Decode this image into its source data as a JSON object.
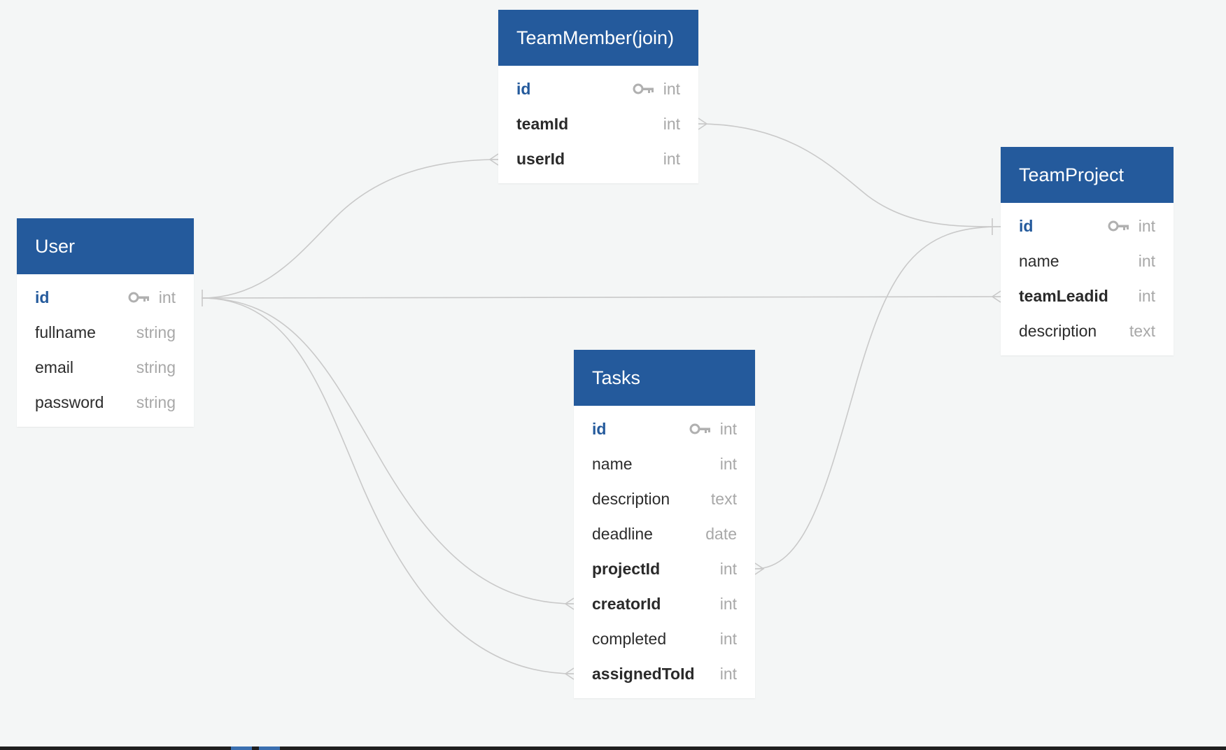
{
  "diagram": {
    "tables": [
      {
        "id": "teammember",
        "name": "TeamMember(join)",
        "fields": [
          {
            "name": "id",
            "type": "int",
            "pk": true,
            "fk": false
          },
          {
            "name": "teamId",
            "type": "int",
            "pk": false,
            "fk": true
          },
          {
            "name": "userId",
            "type": "int",
            "pk": false,
            "fk": true
          }
        ]
      },
      {
        "id": "user",
        "name": "User",
        "fields": [
          {
            "name": "id",
            "type": "int",
            "pk": true,
            "fk": false
          },
          {
            "name": "fullname",
            "type": "string",
            "pk": false,
            "fk": false
          },
          {
            "name": "email",
            "type": "string",
            "pk": false,
            "fk": false
          },
          {
            "name": "password",
            "type": "string",
            "pk": false,
            "fk": false
          }
        ]
      },
      {
        "id": "teamproject",
        "name": "TeamProject",
        "fields": [
          {
            "name": "id",
            "type": "int",
            "pk": true,
            "fk": false
          },
          {
            "name": "name",
            "type": "int",
            "pk": false,
            "fk": false
          },
          {
            "name": "teamLeadid",
            "type": "int",
            "pk": false,
            "fk": true
          },
          {
            "name": "description",
            "type": "text",
            "pk": false,
            "fk": false
          }
        ]
      },
      {
        "id": "tasks",
        "name": "Tasks",
        "fields": [
          {
            "name": "id",
            "type": "int",
            "pk": true,
            "fk": false
          },
          {
            "name": "name",
            "type": "int",
            "pk": false,
            "fk": false
          },
          {
            "name": "description",
            "type": "text",
            "pk": false,
            "fk": false
          },
          {
            "name": "deadline",
            "type": "date",
            "pk": false,
            "fk": false
          },
          {
            "name": "projectId",
            "type": "int",
            "pk": false,
            "fk": true
          },
          {
            "name": "creatorId",
            "type": "int",
            "pk": false,
            "fk": true
          },
          {
            "name": "completed",
            "type": "int",
            "pk": false,
            "fk": false
          },
          {
            "name": "assignedToId",
            "type": "int",
            "pk": false,
            "fk": true
          }
        ]
      }
    ],
    "relations": [
      {
        "from": "user.id",
        "to": "teammember.userId",
        "cardinality": "one-to-many"
      },
      {
        "from": "user.id",
        "to": "teamproject.teamLeadid",
        "cardinality": "one-to-many"
      },
      {
        "from": "user.id",
        "to": "tasks.creatorId",
        "cardinality": "one-to-many"
      },
      {
        "from": "user.id",
        "to": "tasks.assignedToId",
        "cardinality": "one-to-many"
      },
      {
        "from": "teamproject.id",
        "to": "teammember.teamId",
        "cardinality": "one-to-many"
      },
      {
        "from": "teamproject.id",
        "to": "tasks.projectId",
        "cardinality": "one-to-many"
      }
    ],
    "colors": {
      "header": "#245a9c",
      "pk_text": "#245a9c",
      "type_text": "#a8a8a8",
      "connector": "#c9c9c9",
      "background": "#f4f6f6"
    }
  }
}
